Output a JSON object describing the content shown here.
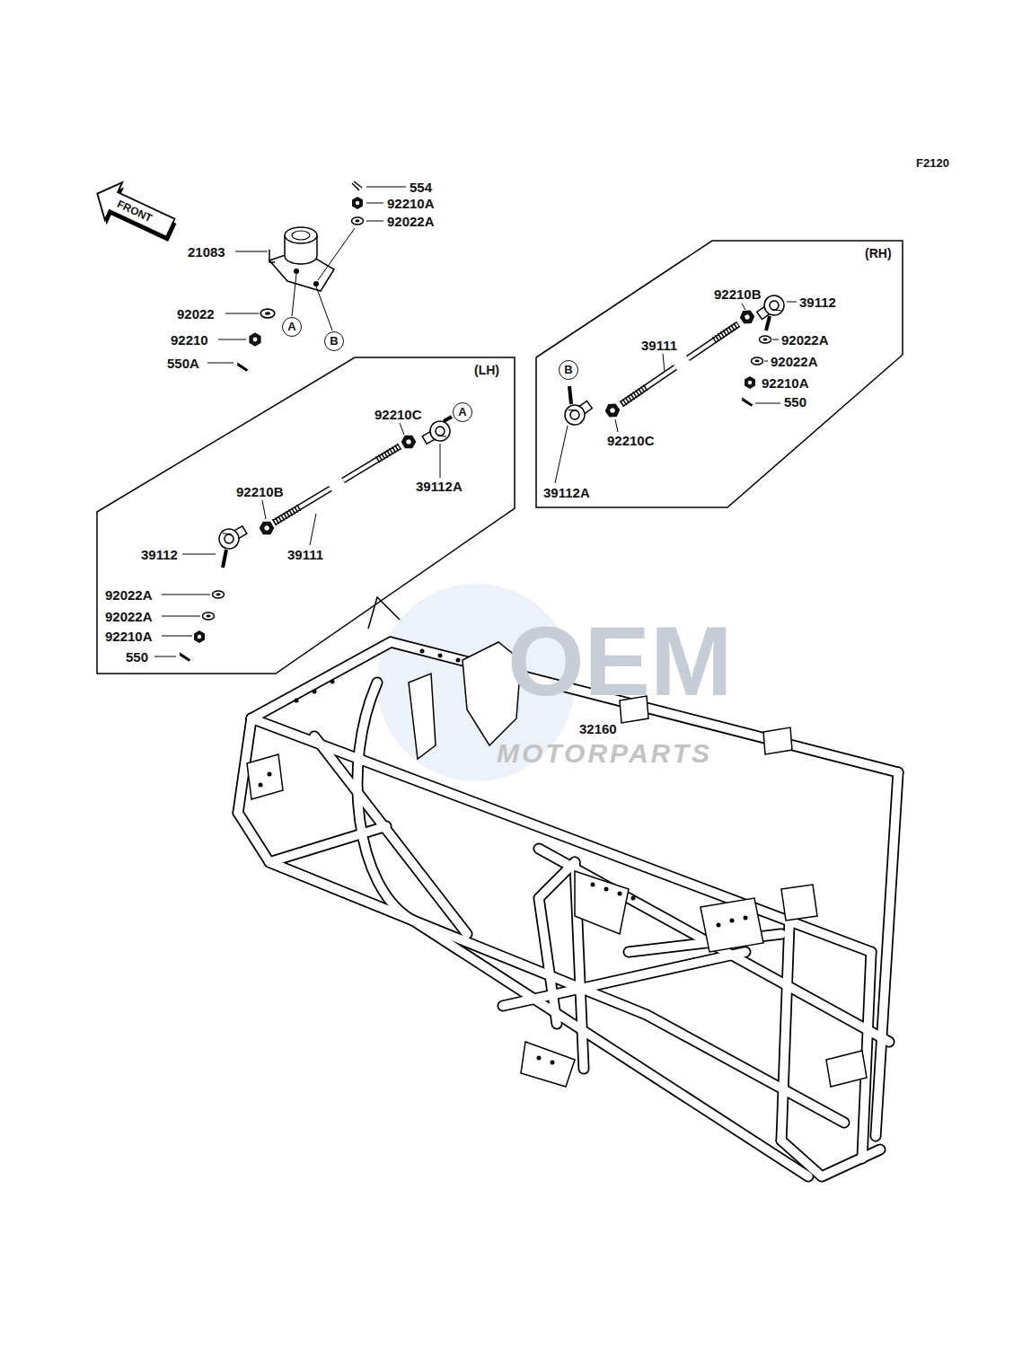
{
  "diagram": {
    "nodes": [
      {
        "text": [
          "(RH)"
        ]
      },
      {
        "text": [
          "B"
        ],
        "in": 0
      },
      {
        "text": [
          "A"
        ]
      },
      {
        "text": [
          "B"
        ]
      },
      {
        "text": [
          "(LH)"
        ]
      },
      {
        "text": [
          "A"
        ],
        "in": 4
      }
    ],
    "labels": [
      "FRONT",
      "F2120",
      "554",
      "92210A",
      "92022A",
      "21083",
      "92022",
      "92210",
      "550A",
      "92210C",
      "39112A",
      "92210B",
      "39112",
      "39111",
      "92022A",
      "92022A",
      "92210A",
      "550",
      "92210B",
      "39112",
      "39111",
      "92022A",
      "92022A",
      "92210A",
      "550",
      "92210C",
      "39112A",
      "32160",
      "OEM",
      "MOTORPARTS"
    ]
  }
}
